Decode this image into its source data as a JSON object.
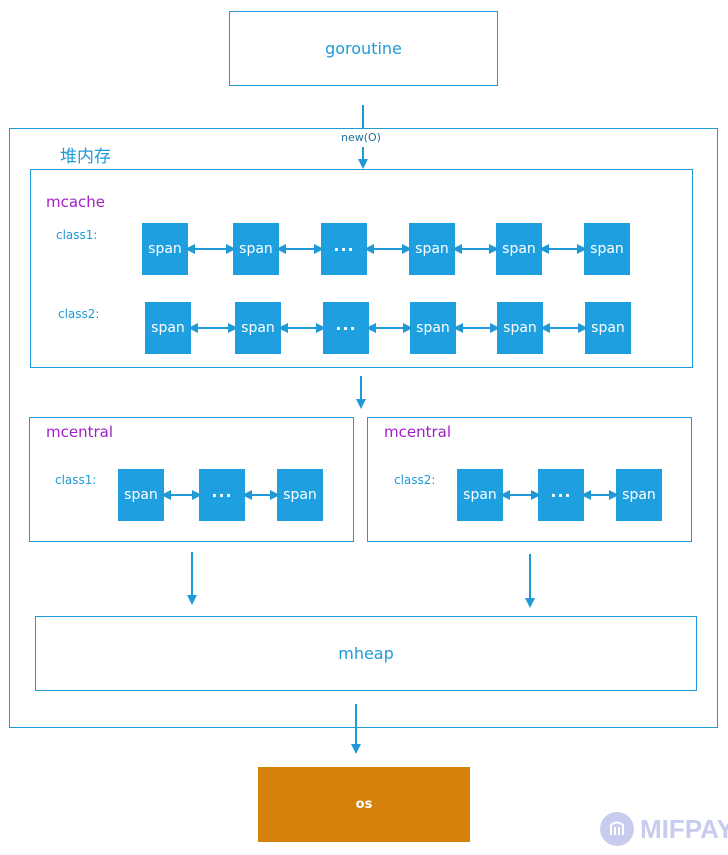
{
  "goroutine": "goroutine",
  "new_label": "new(O)",
  "heap_title": "堆内存",
  "mcache": {
    "title": "mcache",
    "rows": [
      {
        "class": "class1:",
        "items": [
          "span",
          "span",
          "···",
          "span",
          "span",
          "span"
        ]
      },
      {
        "class": "class2:",
        "items": [
          "span",
          "span",
          "···",
          "span",
          "span",
          "span"
        ]
      }
    ]
  },
  "mcentral": [
    {
      "title": "mcentral",
      "class": "class1:",
      "items": [
        "span",
        "···",
        "span"
      ]
    },
    {
      "title": "mcentral",
      "class": "class2:",
      "items": [
        "span",
        "···",
        "span"
      ]
    }
  ],
  "mheap": "mheap",
  "os": "os",
  "watermark": "MIFPAY",
  "colors": {
    "blue": "#1f9ad6",
    "span": "#1e9fe0",
    "purple": "#a020c8",
    "os": "#d4820b",
    "watermark": "#c8cdef"
  }
}
